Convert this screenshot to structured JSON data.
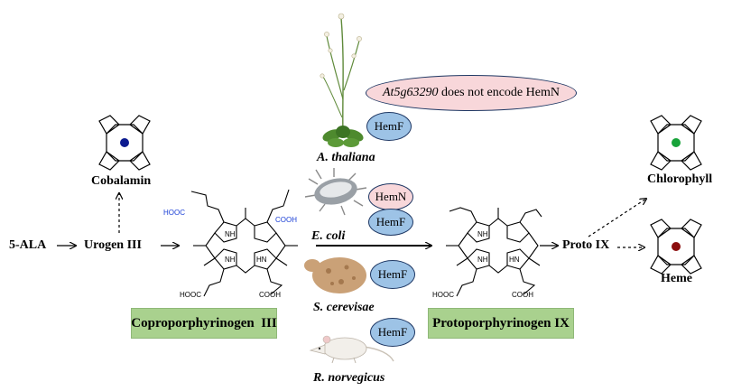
{
  "pathway": {
    "start": "5-ALA",
    "urogen": "Urogen III",
    "proto9": "Proto IX"
  },
  "products": {
    "cobalamin": {
      "label": "Cobalamin",
      "color": "#0b1a8f"
    },
    "chlorophyll": {
      "label": "Chlorophyll",
      "color": "#18a33a"
    },
    "heme": {
      "label": "Heme",
      "color": "#8b0d0d"
    }
  },
  "boxes": {
    "copro": "Coproporphyrinogen  III",
    "proto": "Protoporphyrinogen IX"
  },
  "structures": {
    "copro_labels": {
      "cooh": "COOH",
      "hooc": "HOOC",
      "nh": "NH",
      "hn": "HN"
    },
    "proto_labels": {
      "cooh": "COOH",
      "hooc": "HOOC",
      "nh": "NH",
      "hn": "HN"
    }
  },
  "organisms": {
    "athaliana": "A. thaliana",
    "ecoli": "E. coli",
    "scerevisae": "S. cerevisae",
    "rnorvegicus": "R. norvegicus"
  },
  "enzymes": {
    "hemf": "HemF",
    "hemn": "HemN"
  },
  "note": {
    "gene": "At5g63290",
    "rest": " does not encode HemN"
  },
  "colors": {
    "box_green": "#a9d18e",
    "enzyme_blue": "#9dc3e6",
    "enzyme_pink": "#f8d7da",
    "cooh_blue": "#1a3fd6"
  }
}
